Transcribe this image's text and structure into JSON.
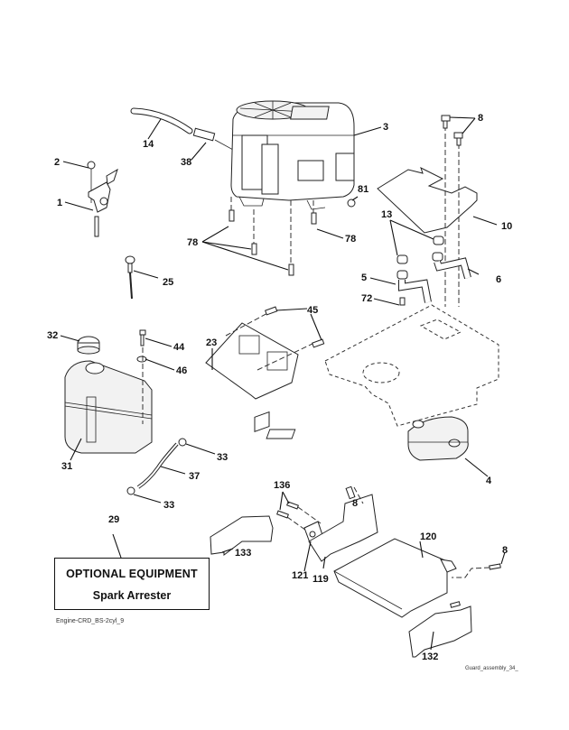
{
  "diagram": {
    "title": "Engine parts diagram",
    "callouts": {
      "c1": "1",
      "c2": "2",
      "c3": "3",
      "c4": "4",
      "c5": "5",
      "c6": "6",
      "c8a": "8",
      "c8b": "8",
      "c8c": "8",
      "c10": "10",
      "c13": "13",
      "c14": "14",
      "c23": "23",
      "c25": "25",
      "c29": "29",
      "c31": "31",
      "c32": "32",
      "c33a": "33",
      "c33b": "33",
      "c37": "37",
      "c38": "38",
      "c44": "44",
      "c45": "45",
      "c46": "46",
      "c72": "72",
      "c78a": "78",
      "c78b": "78",
      "c81": "81",
      "c119": "119",
      "c120": "120",
      "c121": "121",
      "c132": "132",
      "c133": "133",
      "c136": "136"
    },
    "note": {
      "title": "OPTIONAL EQUIPMENT",
      "subtitle": "Spark Arrester"
    },
    "captions": {
      "engine": "Engine-CRD_BS-2cyl_9",
      "guard": "Guard_assembly_34_"
    }
  }
}
